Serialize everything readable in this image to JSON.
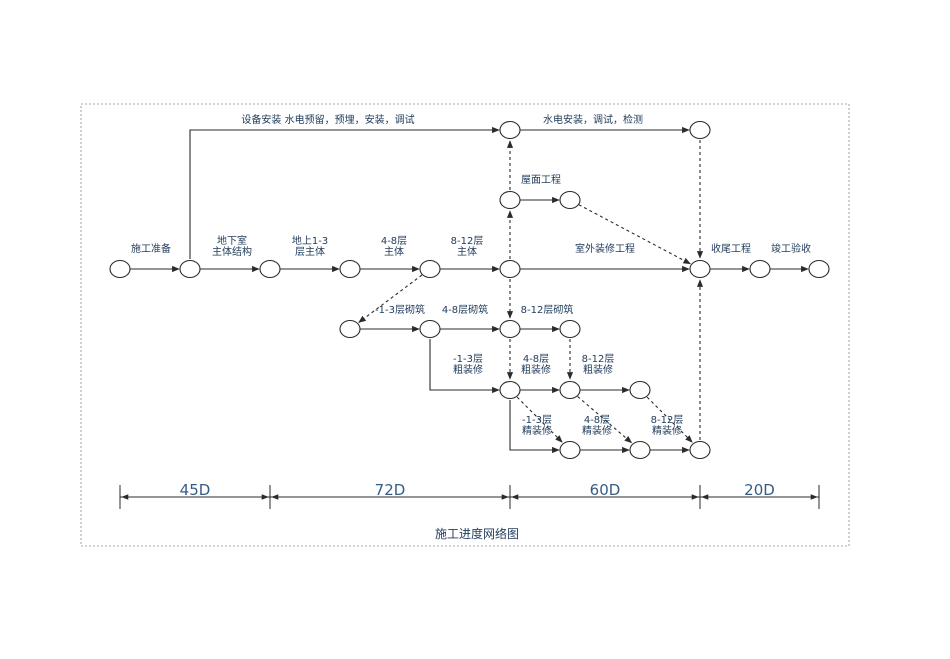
{
  "diagram": {
    "title": "施工进度网络图",
    "colors": {
      "stroke": "#2b2b2b",
      "label": "#1f3a5a",
      "duration": "#355d86",
      "border": "#888888"
    },
    "nodes": [
      {
        "id": "n1"
      },
      {
        "id": "n2"
      },
      {
        "id": "n3"
      },
      {
        "id": "n4"
      },
      {
        "id": "n5"
      },
      {
        "id": "n6"
      },
      {
        "id": "n7"
      },
      {
        "id": "n8"
      },
      {
        "id": "n9"
      },
      {
        "id": "n10"
      },
      {
        "id": "t1"
      },
      {
        "id": "t2"
      },
      {
        "id": "r1"
      },
      {
        "id": "r2"
      },
      {
        "id": "m1"
      },
      {
        "id": "m2"
      },
      {
        "id": "m3"
      },
      {
        "id": "m4"
      },
      {
        "id": "c1"
      },
      {
        "id": "c2"
      },
      {
        "id": "c3"
      },
      {
        "id": "f1"
      },
      {
        "id": "f2"
      },
      {
        "id": "f3"
      }
    ],
    "activities": [
      {
        "from": "n1",
        "to": "n2",
        "label": [
          "施工准备"
        ],
        "dashed": false
      },
      {
        "from": "n2",
        "to": "n3",
        "label": [
          "地下室",
          "主体结构"
        ],
        "dashed": false
      },
      {
        "from": "n3",
        "to": "n4",
        "label": [
          "地上1-3",
          "层主体"
        ],
        "dashed": false
      },
      {
        "from": "n4",
        "to": "n5",
        "label": [
          "4-8层",
          "主体"
        ],
        "dashed": false
      },
      {
        "from": "n5",
        "to": "n6",
        "label": [
          "8-12层",
          "主体"
        ],
        "dashed": false
      },
      {
        "from": "n6",
        "to": "n8",
        "label": [
          "室外装修工程"
        ],
        "dashed": false
      },
      {
        "from": "n8",
        "to": "n9",
        "label": [
          "收尾工程"
        ],
        "dashed": false
      },
      {
        "from": "n9",
        "to": "n10",
        "label": [
          "竣工验收"
        ],
        "dashed": false
      },
      {
        "from": "n2",
        "to": "t1",
        "label": [
          "设备安装  水电预留，预埋，安装，调试"
        ],
        "dashed": false
      },
      {
        "from": "t1",
        "to": "t2",
        "label": [
          "水电安装，调试，检测"
        ],
        "dashed": false
      },
      {
        "from": "r1",
        "to": "r2",
        "label": [
          "屋面工程"
        ],
        "dashed": false
      },
      {
        "from": "m1",
        "to": "m2",
        "label": [
          "-1-3层砌筑"
        ],
        "dashed": false
      },
      {
        "from": "m2",
        "to": "m3",
        "label": [
          "4-8层砌筑"
        ],
        "dashed": false
      },
      {
        "from": "m3",
        "to": "m4",
        "label": [
          "8-12层砌筑"
        ],
        "dashed": false
      },
      {
        "from": "m2",
        "to": "c1",
        "label": [
          "-1-3层",
          "粗装修"
        ],
        "dashed": false
      },
      {
        "from": "c1",
        "to": "c2",
        "label": [
          "4-8层",
          "粗装修"
        ],
        "dashed": false
      },
      {
        "from": "c2",
        "to": "c3",
        "label": [
          "8-12层",
          "粗装修"
        ],
        "dashed": false
      },
      {
        "from": "c1",
        "to": "f1",
        "label": [
          "-1-3层",
          "精装修"
        ],
        "dashed": false
      },
      {
        "from": "f1",
        "to": "f2",
        "label": [
          "4-8层",
          "精装修"
        ],
        "dashed": false
      },
      {
        "from": "f2",
        "to": "f3",
        "label": [
          "8-12层",
          "精装修"
        ],
        "dashed": false
      },
      {
        "from": "n5",
        "to": "m1",
        "label": [],
        "dashed": true
      },
      {
        "from": "n6",
        "to": "r1",
        "label": [],
        "dashed": true
      },
      {
        "from": "r1",
        "to": "t1",
        "label": [],
        "dashed": true
      },
      {
        "from": "r2",
        "to": "n8",
        "label": [],
        "dashed": true
      },
      {
        "from": "t2",
        "to": "n8",
        "label": [],
        "dashed": true
      },
      {
        "from": "f3",
        "to": "n8",
        "label": [],
        "dashed": true
      },
      {
        "from": "n6",
        "to": "m3",
        "label": [],
        "dashed": true
      },
      {
        "from": "m3",
        "to": "c1",
        "label": [],
        "dashed": true
      },
      {
        "from": "m4",
        "to": "c2",
        "label": [],
        "dashed": true
      },
      {
        "from": "c1",
        "to": "f1",
        "label": [],
        "dashed": true
      },
      {
        "from": "c2",
        "to": "f2",
        "label": [],
        "dashed": true
      },
      {
        "from": "c3",
        "to": "f3",
        "label": [],
        "dashed": true
      }
    ],
    "durations": [
      {
        "label": "45D"
      },
      {
        "label": "72D"
      },
      {
        "label": "60D"
      },
      {
        "label": "20D"
      }
    ]
  }
}
